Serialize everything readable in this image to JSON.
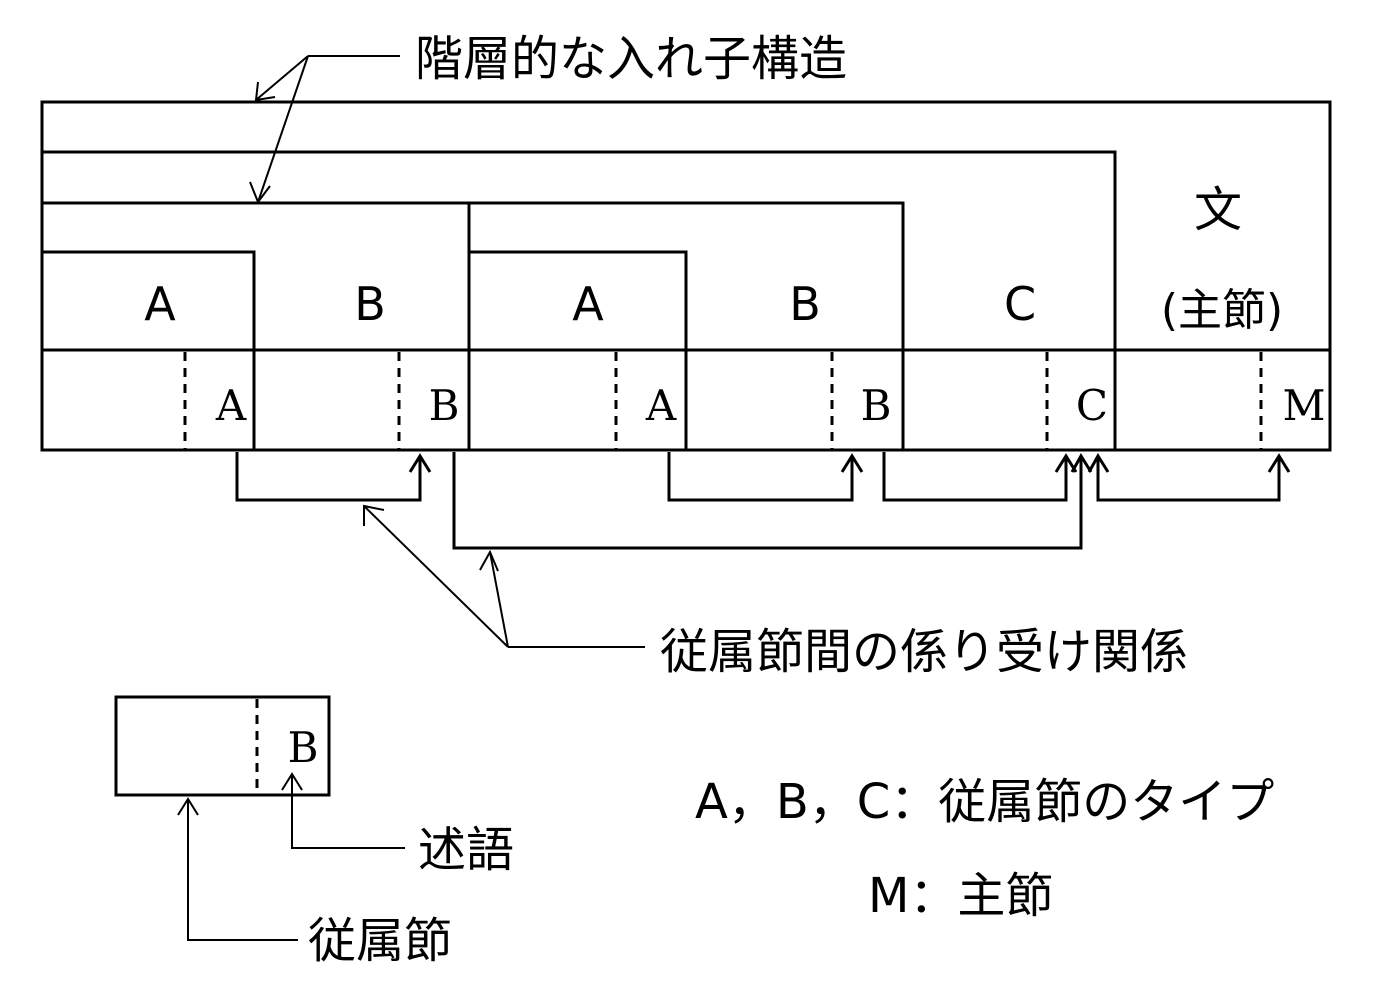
{
  "labels": {
    "nesting": "階層的な入れ子構造",
    "dependency": "従属節間の係り受け関係",
    "predicate": "述語",
    "subordinate_clause": "従属節"
  },
  "sentence": {
    "bun": "文",
    "main_clause": "(主節)"
  },
  "clause_types": [
    "A",
    "B",
    "A",
    "B",
    "C"
  ],
  "slots": [
    "A",
    "B",
    "A",
    "B",
    "C",
    "M"
  ],
  "example": {
    "slot": "B"
  },
  "legend": {
    "types": "A，B，C：従属節のタイプ",
    "main": "M：主節"
  }
}
